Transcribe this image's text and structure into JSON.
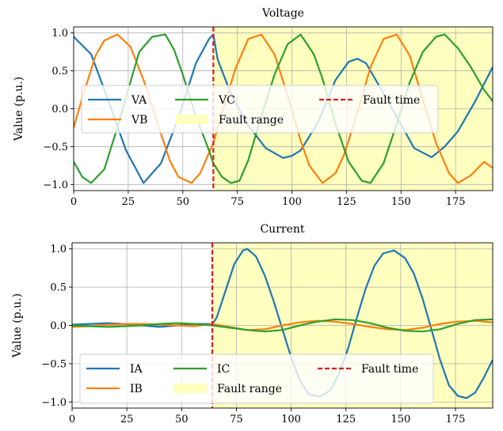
{
  "figure": {
    "background": "#ffffff"
  },
  "chart_data": [
    {
      "type": "line",
      "title": "Voltage",
      "xlabel": "",
      "ylabel": "Value (p.u.)",
      "xlim": [
        0,
        192
      ],
      "ylim": [
        -1.08,
        1.08
      ],
      "xticks": [
        0,
        25,
        50,
        75,
        100,
        125,
        150,
        175
      ],
      "yticks": [
        -1.0,
        -0.5,
        0.0,
        0.5,
        1.0
      ],
      "xtick_labels": [
        "0",
        "25",
        "50",
        "75",
        "100",
        "125",
        "150",
        "175"
      ],
      "ytick_labels": [
        "−1.0",
        "−0.5",
        "0.0",
        "0.5",
        "1.0"
      ],
      "grid": true,
      "legend": {
        "placement": "center",
        "ncol": 3
      },
      "fault_time": 64,
      "fault_range": [
        64,
        192
      ],
      "fault_time_label": "Fault time",
      "fault_range_label": "Fault range",
      "fault_time_color": "#e41a1c",
      "fault_range_color": "#ffffc0",
      "series": [
        {
          "name": "VA",
          "color": "#1f77b4",
          "x": [
            0,
            8,
            16,
            24,
            32,
            40,
            48,
            56,
            62,
            64,
            66,
            72,
            80,
            88,
            96,
            100,
            104,
            112,
            120,
            126,
            130,
            134,
            144,
            156,
            164,
            170,
            176,
            184,
            192
          ],
          "values": [
            0.95,
            0.72,
            0.1,
            -0.55,
            -0.98,
            -0.72,
            -0.12,
            0.6,
            0.92,
            0.98,
            0.65,
            0.2,
            -0.22,
            -0.52,
            -0.65,
            -0.62,
            -0.55,
            -0.18,
            0.38,
            0.62,
            0.66,
            0.6,
            0.1,
            -0.52,
            -0.64,
            -0.5,
            -0.3,
            0.1,
            0.55
          ]
        },
        {
          "name": "VB",
          "color": "#ff7f0e",
          "x": [
            0,
            4,
            10,
            14,
            20,
            26,
            32,
            38,
            44,
            48,
            54,
            58,
            64,
            68,
            74,
            80,
            86,
            92,
            98,
            104,
            108,
            114,
            120,
            124,
            130,
            136,
            142,
            148,
            154,
            160,
            166,
            172,
            176,
            182,
            188,
            192
          ],
          "values": [
            -0.25,
            0.15,
            0.7,
            0.9,
            0.98,
            0.82,
            0.38,
            -0.15,
            -0.68,
            -0.9,
            -0.98,
            -0.85,
            -0.45,
            -0.05,
            0.52,
            0.92,
            0.98,
            0.72,
            0.18,
            -0.42,
            -0.75,
            -0.98,
            -0.85,
            -0.6,
            -0.05,
            0.55,
            0.92,
            0.98,
            0.7,
            0.12,
            -0.45,
            -0.85,
            -0.98,
            -0.88,
            -0.7,
            -0.78
          ]
        },
        {
          "name": "VC",
          "color": "#2ca02c",
          "x": [
            0,
            4,
            8,
            14,
            20,
            26,
            30,
            36,
            42,
            46,
            50,
            56,
            62,
            64,
            68,
            72,
            76,
            80,
            86,
            92,
            98,
            104,
            110,
            114,
            120,
            126,
            132,
            136,
            142,
            148,
            154,
            160,
            166,
            170,
            176,
            182,
            188,
            192
          ],
          "values": [
            -0.7,
            -0.9,
            -0.98,
            -0.8,
            -0.25,
            0.35,
            0.75,
            0.95,
            0.98,
            0.78,
            0.45,
            -0.1,
            -0.55,
            -0.72,
            -0.9,
            -0.98,
            -0.95,
            -0.68,
            -0.1,
            0.45,
            0.85,
            0.98,
            0.72,
            0.4,
            -0.2,
            -0.7,
            -0.95,
            -0.98,
            -0.72,
            -0.2,
            0.35,
            0.75,
            0.95,
            0.98,
            0.8,
            0.55,
            0.25,
            0.1
          ]
        }
      ]
    },
    {
      "type": "line",
      "title": "Current",
      "xlabel": "",
      "ylabel": "Value (p.u.)",
      "xlim": [
        0,
        192
      ],
      "ylim": [
        -1.08,
        1.08
      ],
      "xticks": [
        0,
        25,
        50,
        75,
        100,
        125,
        150,
        175
      ],
      "yticks": [
        -1.0,
        -0.5,
        0.0,
        0.5,
        1.0
      ],
      "xtick_labels": [
        "0",
        "25",
        "50",
        "75",
        "100",
        "125",
        "150",
        "175"
      ],
      "ytick_labels": [
        "−1.0",
        "−0.5",
        "0.0",
        "0.5",
        "1.0"
      ],
      "grid": true,
      "legend": {
        "placement": "lower left",
        "ncol": 3
      },
      "fault_time": 64,
      "fault_range": [
        64,
        192
      ],
      "fault_time_label": "Fault time",
      "fault_range_label": "Fault range",
      "fault_time_color": "#e41a1c",
      "fault_range_color": "#ffffc0",
      "series": [
        {
          "name": "IA",
          "color": "#1f77b4",
          "x": [
            0,
            8,
            16,
            24,
            32,
            40,
            48,
            56,
            64,
            66,
            70,
            74,
            78,
            80,
            84,
            88,
            92,
            96,
            100,
            104,
            108,
            113,
            118,
            122,
            126,
            130,
            134,
            138,
            142,
            147,
            152,
            156,
            160,
            164,
            168,
            172,
            176,
            180,
            184,
            188,
            192
          ],
          "values": [
            0.01,
            0.02,
            0.03,
            0.02,
            0.0,
            -0.02,
            0.0,
            0.02,
            0.02,
            0.1,
            0.45,
            0.8,
            0.98,
            1.0,
            0.9,
            0.65,
            0.32,
            -0.05,
            -0.42,
            -0.72,
            -0.9,
            -0.93,
            -0.85,
            -0.62,
            -0.3,
            0.1,
            0.48,
            0.78,
            0.94,
            0.98,
            0.88,
            0.68,
            0.35,
            -0.05,
            -0.45,
            -0.78,
            -0.92,
            -0.95,
            -0.88,
            -0.68,
            -0.45
          ]
        },
        {
          "name": "IB",
          "color": "#ff7f0e",
          "x": [
            0,
            8,
            16,
            24,
            32,
            40,
            48,
            56,
            64,
            72,
            80,
            88,
            96,
            104,
            112,
            120,
            128,
            136,
            144,
            152,
            160,
            168,
            176,
            184,
            192
          ],
          "values": [
            -0.02,
            -0.01,
            0.01,
            0.02,
            0.02,
            0.01,
            0.0,
            -0.01,
            0.02,
            -0.02,
            -0.06,
            -0.05,
            0.0,
            0.04,
            0.06,
            0.05,
            0.02,
            -0.02,
            -0.05,
            -0.06,
            -0.03,
            0.02,
            0.05,
            0.06,
            0.04
          ]
        },
        {
          "name": "IC",
          "color": "#2ca02c",
          "x": [
            0,
            8,
            16,
            24,
            32,
            40,
            48,
            56,
            64,
            72,
            80,
            88,
            96,
            104,
            112,
            120,
            128,
            136,
            144,
            152,
            160,
            168,
            176,
            184,
            192
          ],
          "values": [
            0.0,
            -0.01,
            -0.02,
            -0.01,
            0.0,
            0.02,
            0.03,
            0.02,
            0.0,
            -0.03,
            -0.06,
            -0.08,
            -0.06,
            0.0,
            0.05,
            0.08,
            0.07,
            0.03,
            -0.03,
            -0.07,
            -0.08,
            -0.05,
            0.02,
            0.07,
            0.08
          ]
        }
      ]
    }
  ]
}
